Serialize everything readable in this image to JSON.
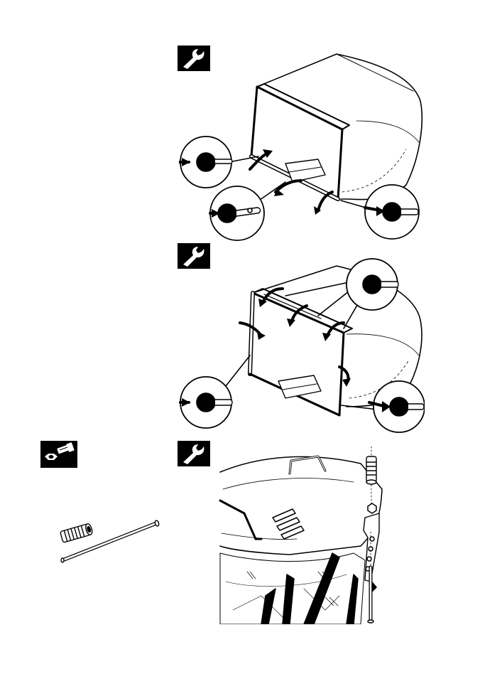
{
  "page": {
    "theme": {
      "ink": "#000000",
      "paper": "#ffffff",
      "shade": "#f2f2f2"
    }
  },
  "steps": [
    {
      "icon": "wrench-icon",
      "illustration": "grass-catcher-frame-clip-attachment"
    },
    {
      "icon": "wrench-icon",
      "illustration": "grass-catcher-top-clip-attachment"
    },
    {
      "icon": "wrench-icon",
      "illustration": "handle-rod-and-grip-installation"
    }
  ],
  "parts": {
    "icon": "nut-and-bolt-icon",
    "items": [
      "grip",
      "long-rod"
    ]
  }
}
